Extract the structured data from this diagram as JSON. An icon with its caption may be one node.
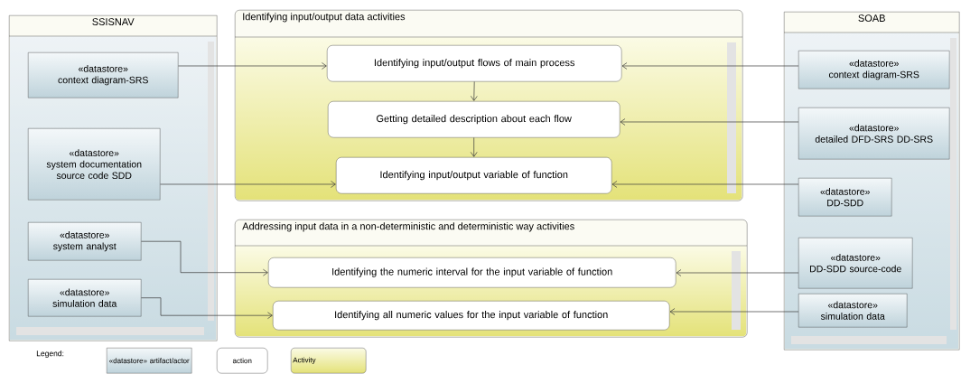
{
  "diagram": {
    "nodes": [
      {
        "text": [
          "SSISNAV"
        ]
      },
      {
        "text": [
          "«datastore»",
          "context diagram-SRS"
        ],
        "in": 0
      },
      {
        "text": [
          "«datastore»",
          "system documentation source code SDD"
        ],
        "in": 0
      },
      {
        "text": [
          "«datastore»",
          "system analyst"
        ],
        "in": 0
      },
      {
        "text": [
          "«datastore»",
          "simulation data"
        ],
        "in": 0
      },
      {
        "text": [
          "Identifying input/output data activities"
        ]
      },
      {
        "text": [
          "Identifying input/output flows of main process"
        ],
        "in": 5
      },
      {
        "text": [
          "Getting detailed description about each flow"
        ],
        "in": 5
      },
      {
        "text": [
          "Identifying input/output variable of function"
        ],
        "in": 5
      },
      {
        "text": [
          "Addressing input data in a non-deterministic and deterministic way activities"
        ]
      },
      {
        "text": [
          "Identifying the numeric interval for the input variable of function"
        ],
        "in": 9
      },
      {
        "text": [
          "Identifying all numeric values for the input variable of function"
        ],
        "in": 9
      },
      {
        "text": [
          "SOAB"
        ]
      },
      {
        "text": [
          "«datastore»",
          "context diagram-SRS"
        ],
        "in": 12
      },
      {
        "text": [
          "«datastore»",
          "detailed DFD-SRS DD-SRS"
        ],
        "in": 12
      },
      {
        "text": [
          "«datastore»",
          "DD-SDD"
        ],
        "in": 12
      },
      {
        "text": [
          "«datastore»",
          "DD-SDD source-code"
        ],
        "in": 12
      },
      {
        "text": [
          "«datastore»",
          "simulation data"
        ],
        "in": 12
      }
    ],
    "edges": [
      {
        "from": 1,
        "to": 6,
        "arrow": "to"
      },
      {
        "from": 13,
        "to": 6,
        "arrow": "to"
      },
      {
        "from": 6,
        "to": 7,
        "arrow": "to"
      },
      {
        "from": 7,
        "to": 8,
        "arrow": "to"
      },
      {
        "from": 14,
        "to": 7,
        "arrow": "to"
      },
      {
        "from": 2,
        "to": 8,
        "arrow": "to"
      },
      {
        "from": 15,
        "to": 8,
        "arrow": "to"
      },
      {
        "from": 3,
        "to": 10,
        "arrow": "to"
      },
      {
        "from": 16,
        "to": 10,
        "arrow": "to"
      },
      {
        "from": 4,
        "to": 11,
        "arrow": "to"
      },
      {
        "from": 17,
        "to": 11,
        "arrow": "to"
      }
    ],
    "labels": [
      "Legend:"
    ],
    "legend": [
      {
        "text": "«datastore» artifact/actor"
      },
      {
        "text": "action"
      },
      {
        "text": "Activity"
      }
    ]
  }
}
